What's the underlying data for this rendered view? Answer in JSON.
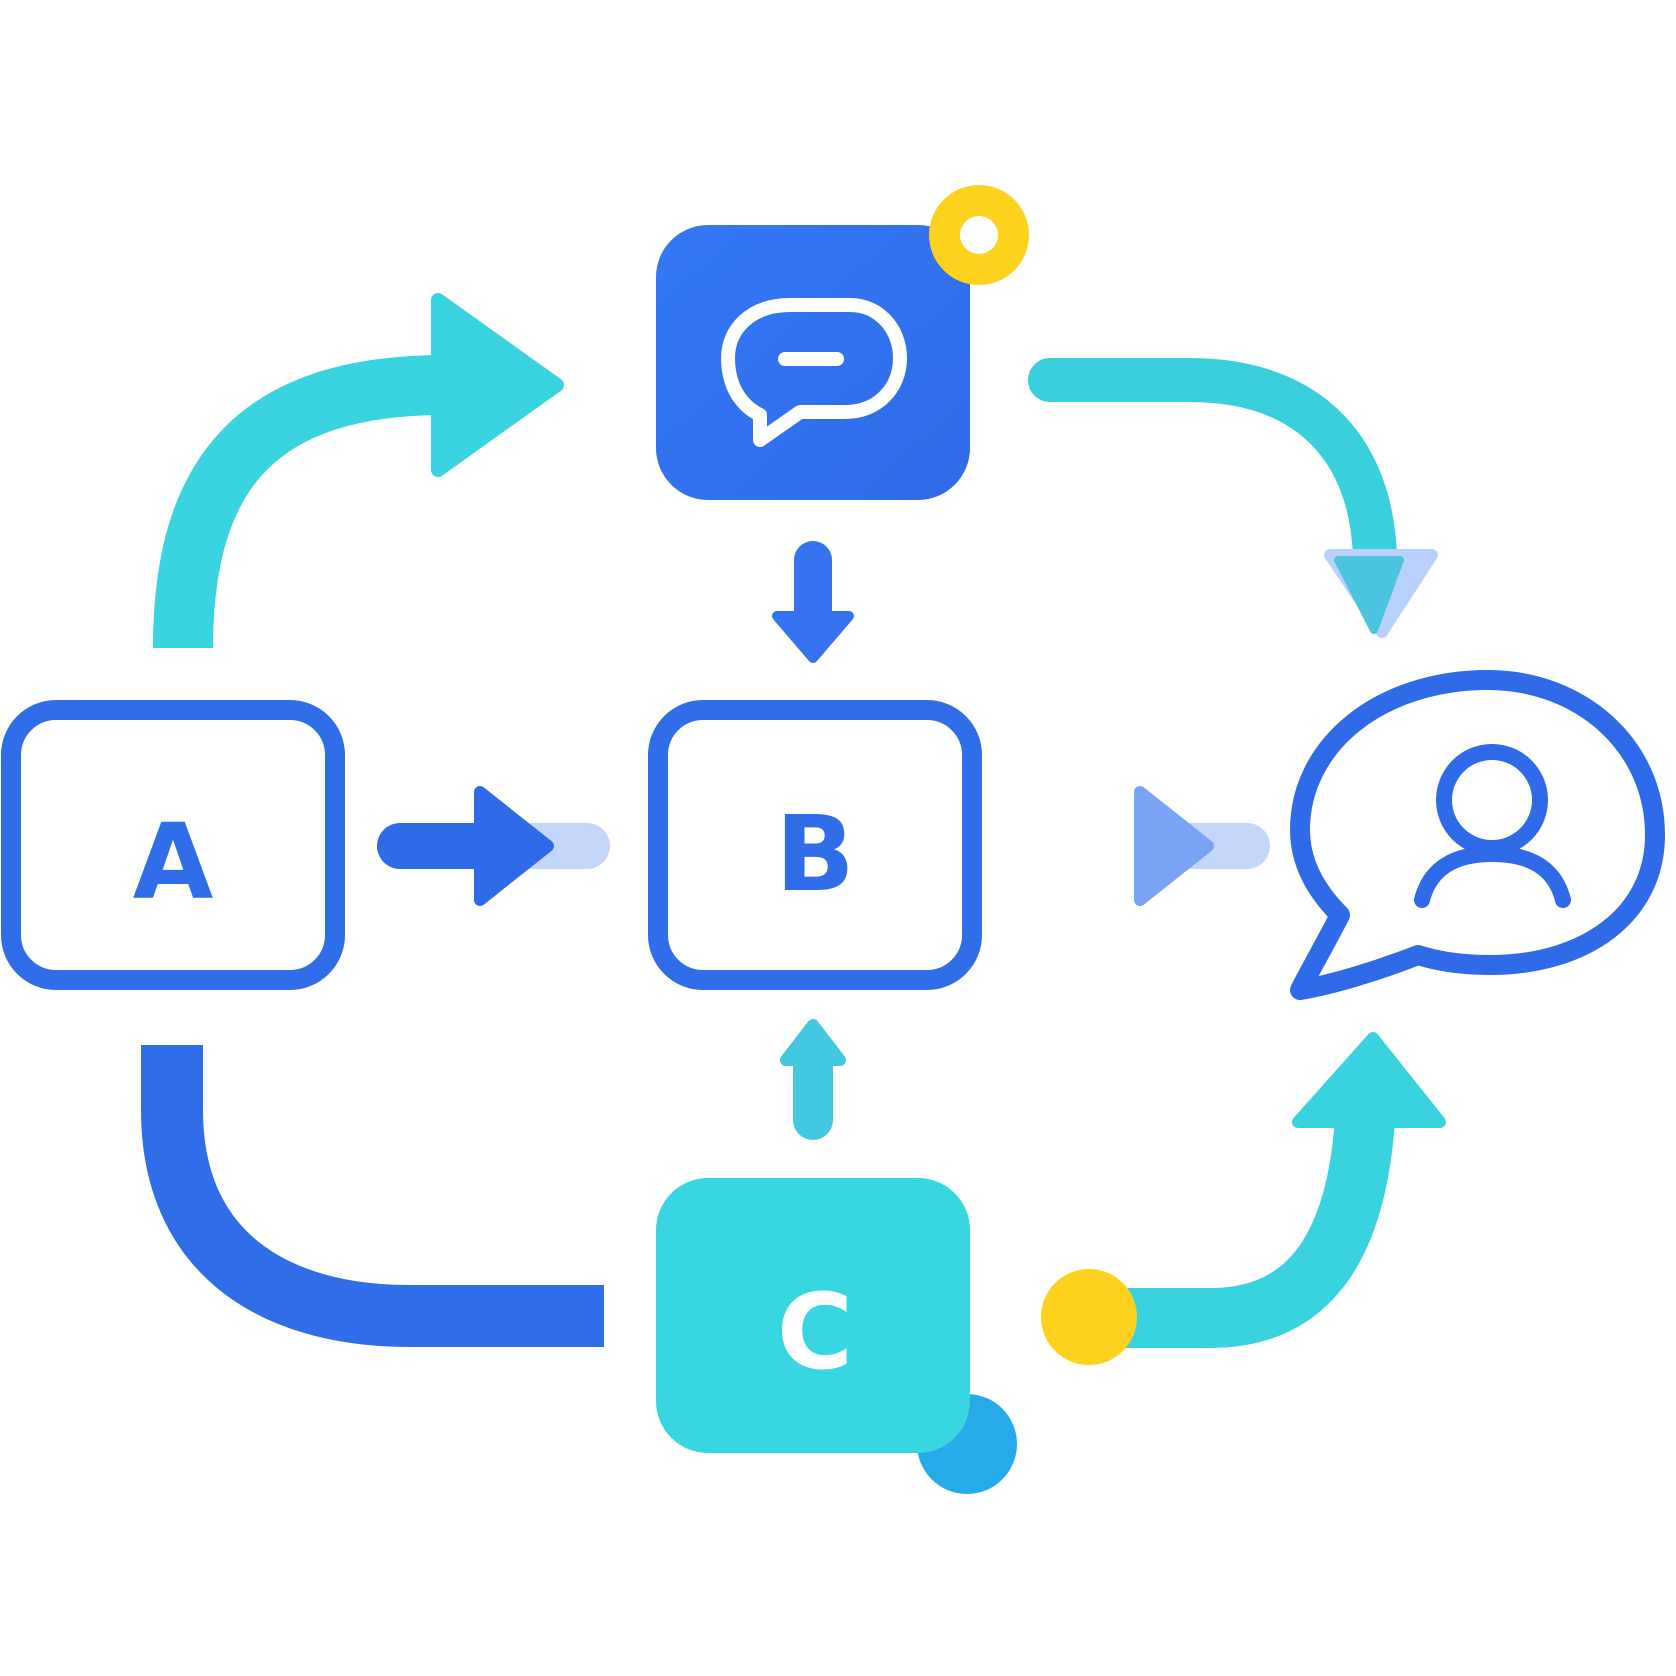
{
  "nodes": {
    "a": {
      "label": "A"
    },
    "b": {
      "label": "B"
    },
    "c": {
      "label": "C"
    }
  },
  "icons": {
    "top_box": "chat-bubble-icon",
    "target": "user-speech-bubble-icon",
    "indicator_top": "status-ring-icon",
    "indicator_bottom_left": "status-dot-icon",
    "indicator_bottom_right": "status-dot-icon"
  },
  "colors": {
    "blue": "#3371f2",
    "blue_dark": "#2a63e6",
    "cyan": "#38d3df",
    "yellow": "#fdd21f",
    "sky": "#27aaea",
    "light_blue": "#c5d6fb",
    "mid_blue": "#7fa8f7",
    "white": "#ffffff"
  }
}
